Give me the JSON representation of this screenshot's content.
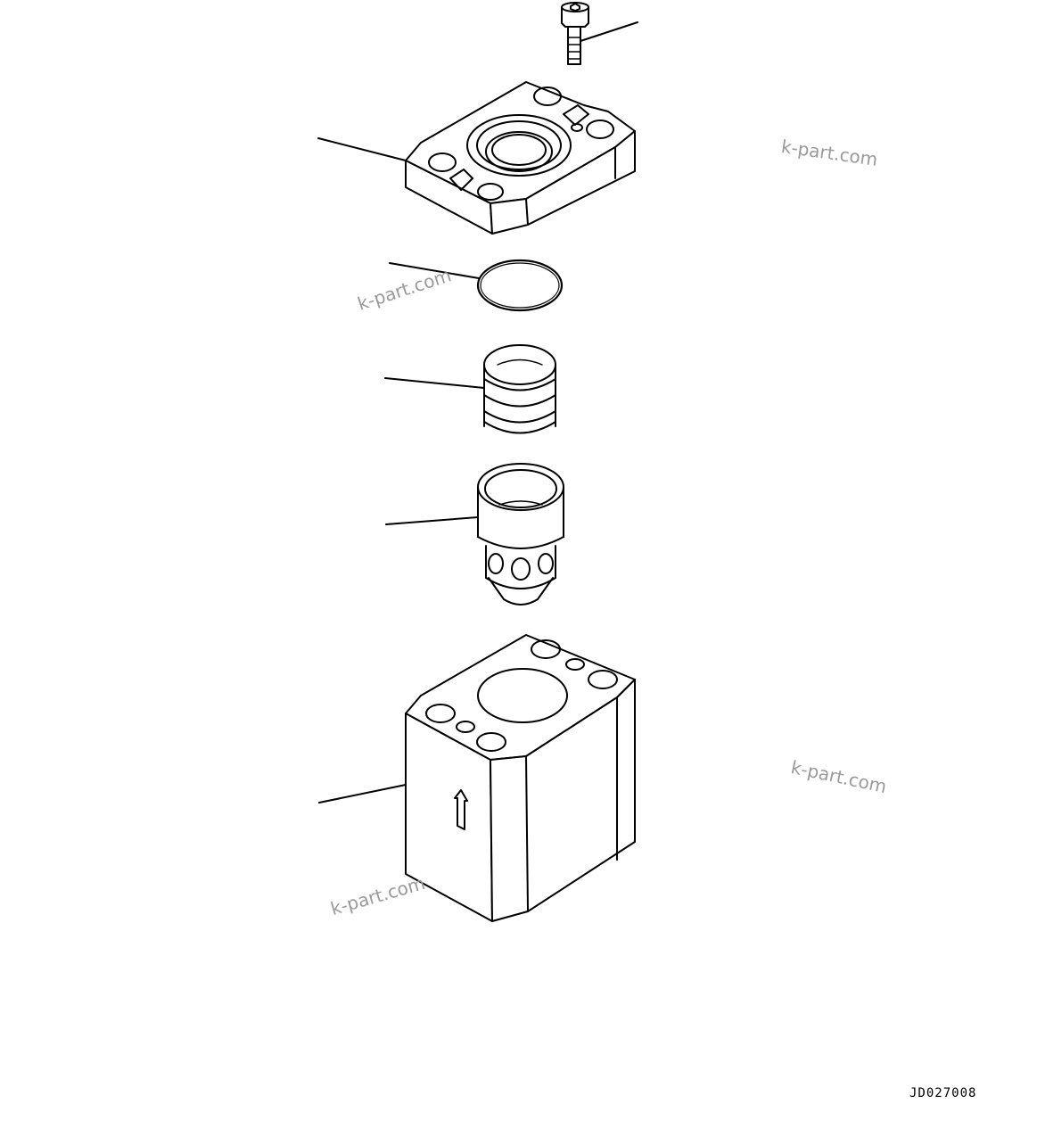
{
  "drawing": {
    "code": "JD027008",
    "watermarks": [
      "k-part.com",
      "k-part.com",
      "k-part.com",
      "k-part.com"
    ],
    "parts": [
      {
        "name": "socket-head-bolt"
      },
      {
        "name": "cover-flange"
      },
      {
        "name": "o-ring"
      },
      {
        "name": "spring"
      },
      {
        "name": "valve-poppet"
      },
      {
        "name": "valve-body-block"
      }
    ]
  }
}
